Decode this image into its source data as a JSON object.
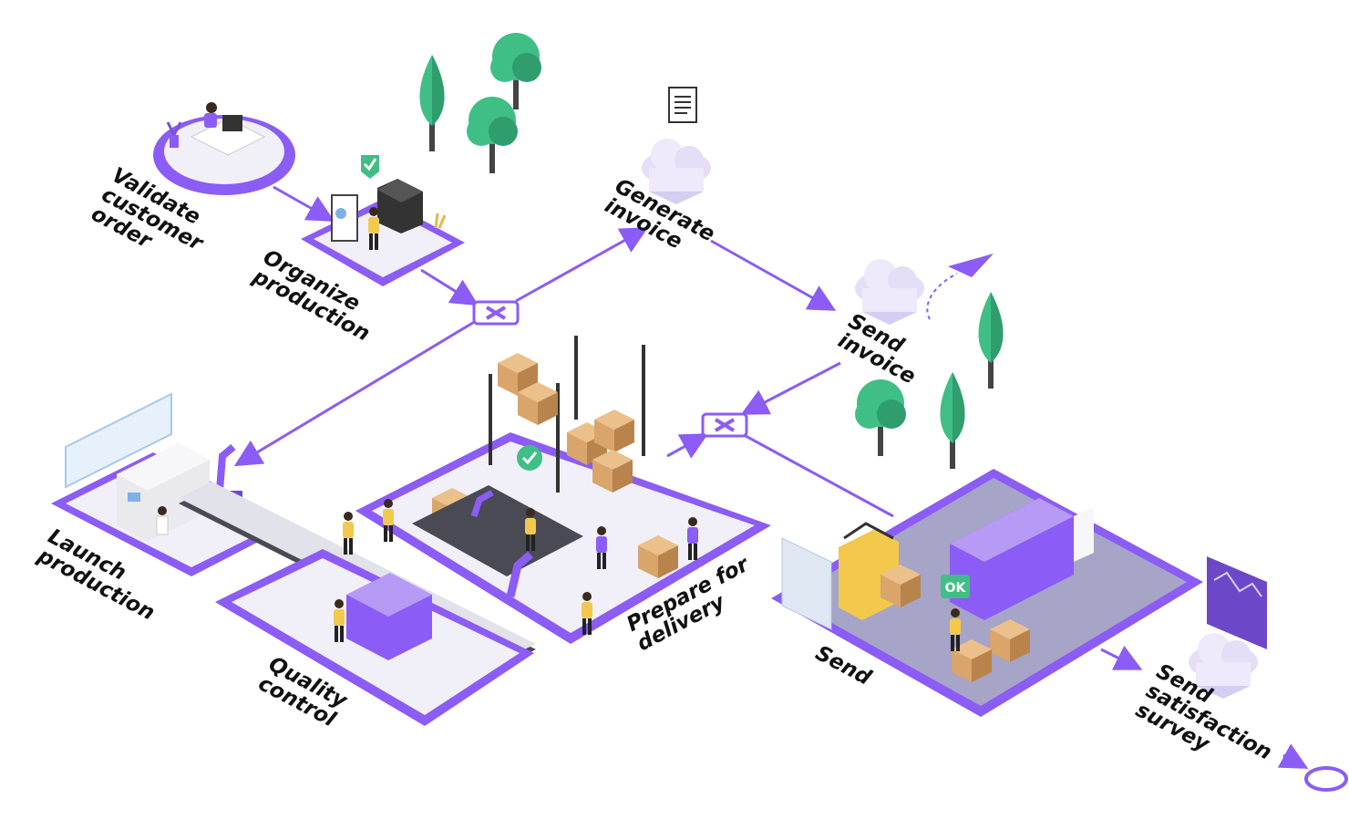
{
  "diagram": {
    "steps": {
      "validate": [
        "Validate",
        "customer",
        "order"
      ],
      "organize": [
        "Organize",
        "production"
      ],
      "generate_invoice": [
        "Generate",
        "invoice"
      ],
      "send_invoice": [
        "Send",
        "invoice"
      ],
      "launch": [
        "Launch",
        "production"
      ],
      "quality": [
        "Quality",
        "control"
      ],
      "prepare": [
        "Prepare for",
        "delivery"
      ],
      "send": [
        "Send"
      ],
      "survey": [
        "Send",
        "satisfaction",
        "survey"
      ]
    },
    "ok_badge": "OK",
    "colors": {
      "accent": "#8b5cf6",
      "accent_dark": "#7c4fe0",
      "platform": "#f1eff8",
      "tree": "#3fbf85",
      "tree_dark": "#2f9e6c",
      "trunk": "#444444",
      "box": "#d9a56b",
      "box_dark": "#b9844c",
      "cloud": "#e4def6"
    }
  }
}
